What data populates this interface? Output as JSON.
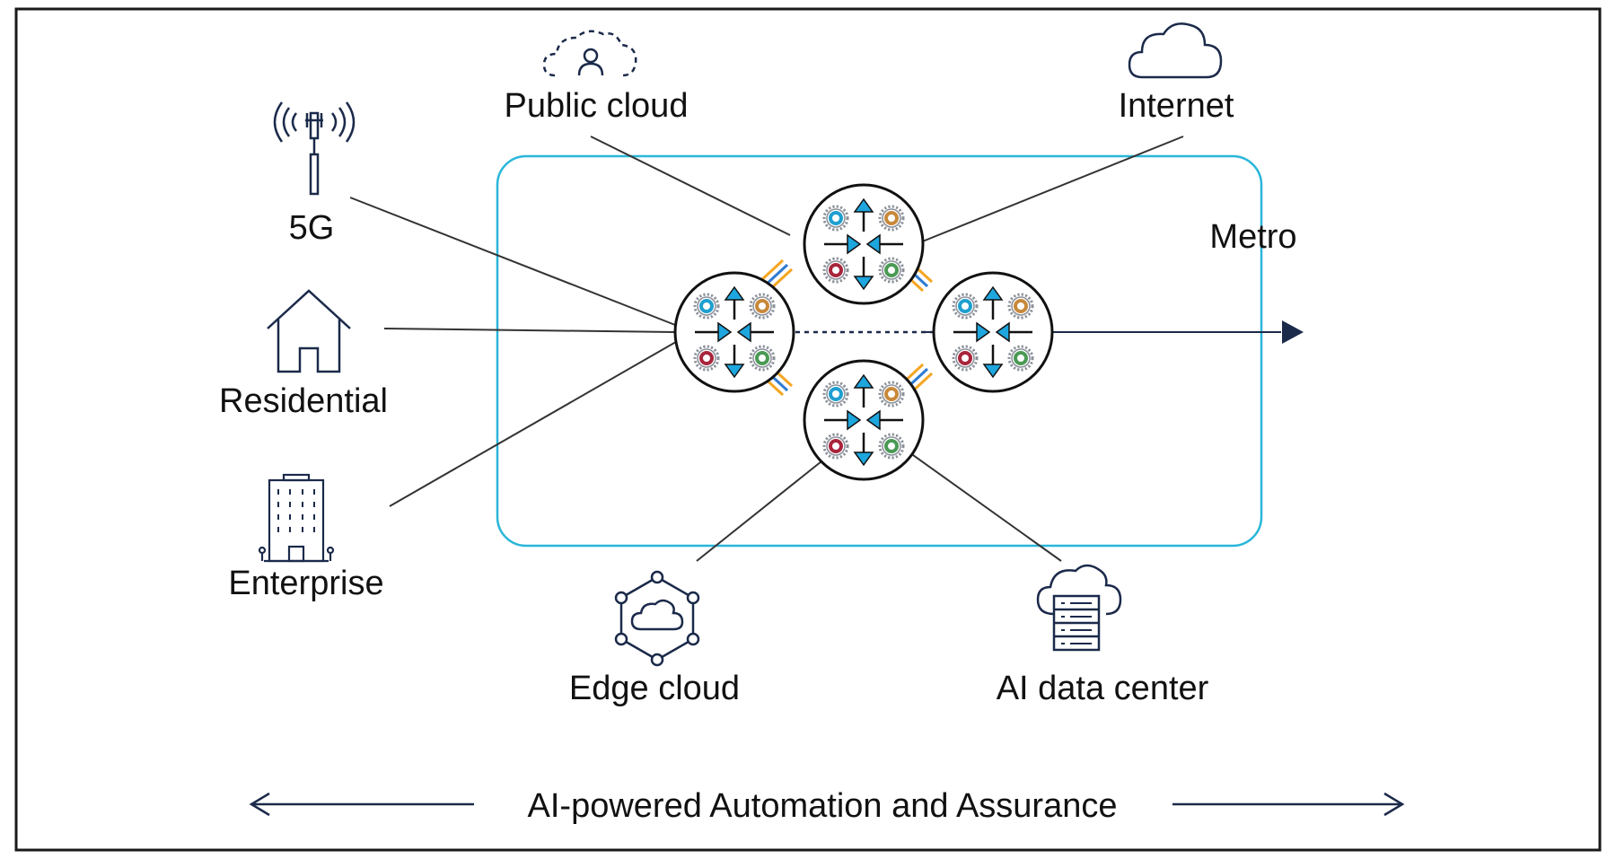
{
  "labels": {
    "public_cloud": "Public cloud",
    "internet": "Internet",
    "fiveg": "5G",
    "residential": "Residential",
    "enterprise": "Enterprise",
    "edge_cloud": "Edge cloud",
    "ai_data_center": "AI data center",
    "metro": "Metro",
    "automation": "AI-powered Automation and Assurance"
  },
  "colors": {
    "frame": "#1a1a1a",
    "metro_border": "#29b6d9",
    "icon_navy": "#1b2a4a",
    "arrow_blue": "#1ea6de",
    "link_orange": "#f5a623",
    "link_blue": "#2e7bd1",
    "gear_cyan": "#1f9fcf",
    "gear_orange": "#c8893b",
    "gear_red": "#a8253b",
    "gear_green": "#4a9a54"
  },
  "icons": {
    "public_cloud": "cloud-user-icon",
    "internet": "cloud-icon",
    "fiveg": "cell-tower-icon",
    "residential": "house-icon",
    "enterprise": "office-building-icon",
    "edge_cloud": "edge-cloud-hexagon-icon",
    "ai_data_center": "cloud-server-icon"
  },
  "routers": [
    "top",
    "left",
    "right",
    "bottom"
  ]
}
